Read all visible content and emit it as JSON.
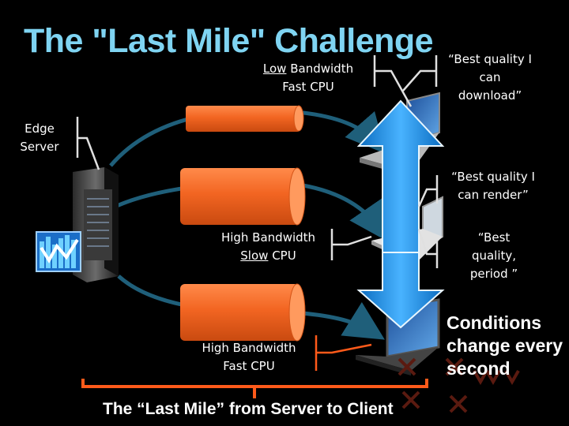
{
  "title": "The \"Last Mile\" Challenge",
  "edge_server": "Edge\nServer",
  "pipes": [
    {
      "word1": "Low",
      "word2": "Bandwidth",
      "line2": "Fast CPU"
    },
    {
      "line1": "High Bandwidth",
      "word1": "Slow",
      "word2": "CPU"
    },
    {
      "line1": "High Bandwidth",
      "line2": "Fast CPU"
    }
  ],
  "quotes": [
    "“Best quality I can download”",
    "“Best quality I can render”",
    "“Best quality, period ”"
  ],
  "conditions": "Conditions\nchange every\nsecond",
  "footer": "The “Last Mile” from Server to Client",
  "colors": {
    "title": "#7fd4f2",
    "pipe": "#f26522",
    "arrow": "#1e90e0",
    "bracket": "#ff5a1a",
    "flow": "#1f5f7a"
  }
}
